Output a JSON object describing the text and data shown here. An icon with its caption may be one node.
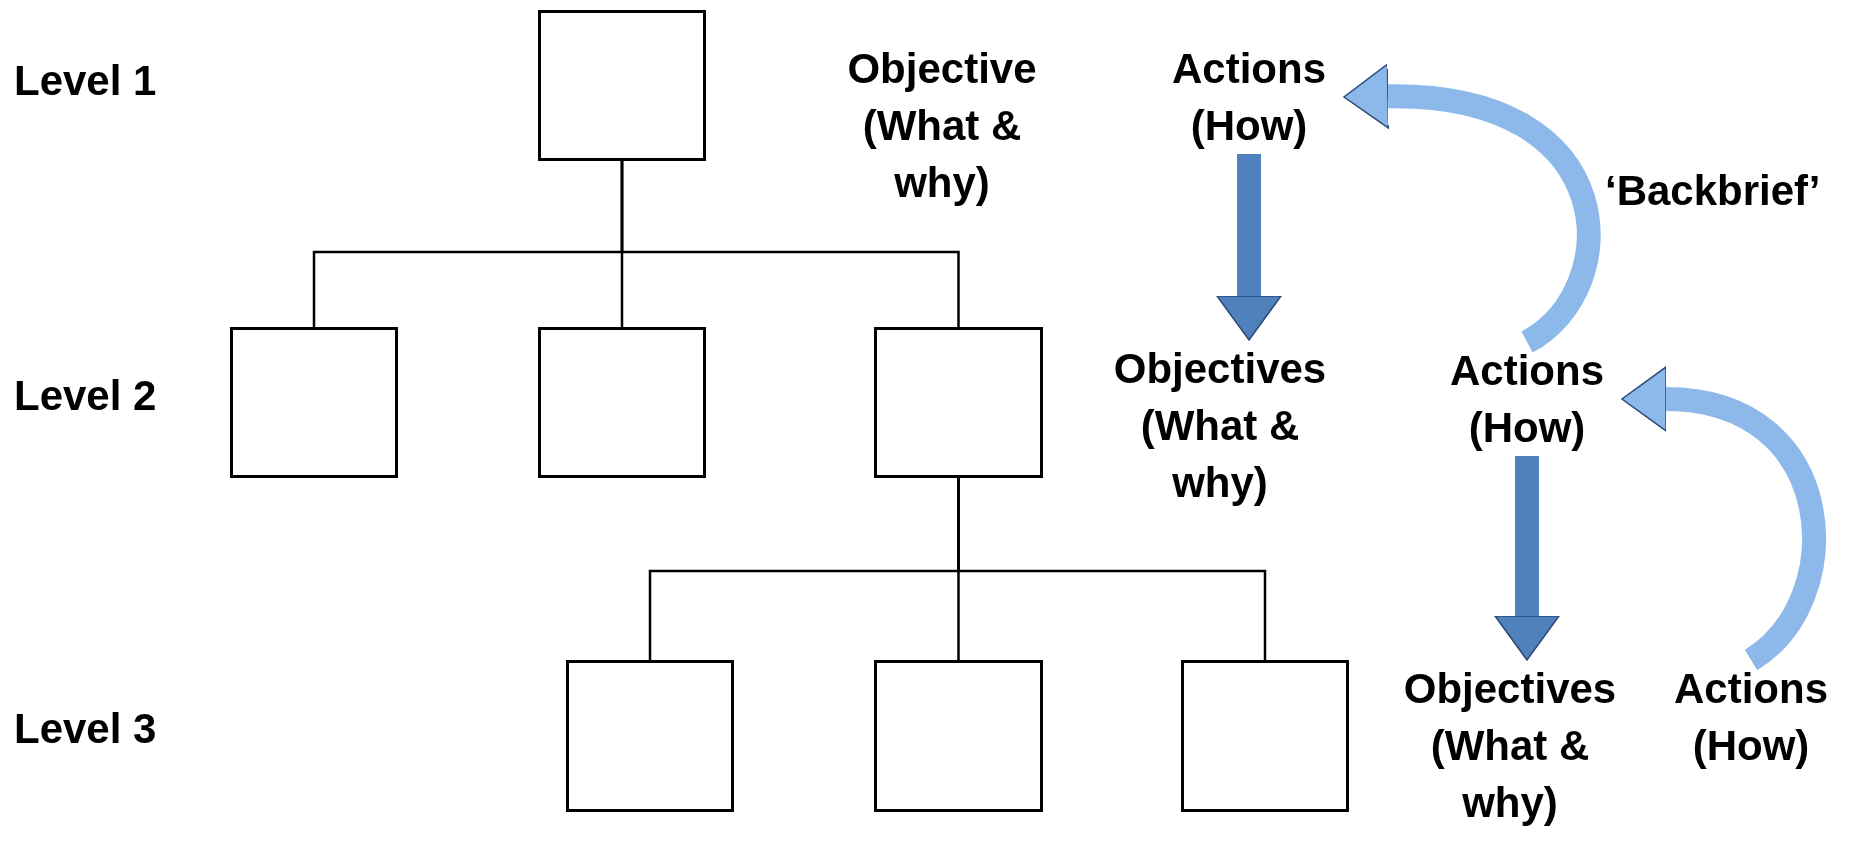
{
  "diagram": {
    "nodes": [
      {
        "text": [],
        "shape": "box"
      },
      {
        "text": [],
        "shape": "box"
      },
      {
        "text": [],
        "shape": "box"
      },
      {
        "text": [],
        "shape": "box"
      },
      {
        "text": [],
        "shape": "box"
      },
      {
        "text": [],
        "shape": "box"
      },
      {
        "text": [],
        "shape": "box"
      },
      {
        "text": [
          "Objective (What & why)"
        ]
      },
      {
        "text": [
          "Actions (How)"
        ]
      },
      {
        "text": [
          "Objectives (What & why)"
        ]
      },
      {
        "text": [
          "Actions (How)"
        ]
      },
      {
        "text": [
          "Objectives (What & why)"
        ]
      },
      {
        "text": [
          "Actions (How)"
        ]
      }
    ],
    "edges": [
      {
        "from": 0,
        "to": 1,
        "arrow": "none"
      },
      {
        "from": 0,
        "to": 2,
        "arrow": "none"
      },
      {
        "from": 0,
        "to": 3,
        "arrow": "none"
      },
      {
        "from": 3,
        "to": 4,
        "arrow": "none"
      },
      {
        "from": 3,
        "to": 5,
        "arrow": "none"
      },
      {
        "from": 3,
        "to": 6,
        "arrow": "none"
      },
      {
        "from": 8,
        "to": 9,
        "arrow": "to",
        "style": "thick",
        "color": "#4f81bd"
      },
      {
        "from": 10,
        "to": 8,
        "arrow": "to",
        "style": "thick",
        "color": "#8db9ea",
        "label": "‘Backbrief’"
      },
      {
        "from": 10,
        "to": 11,
        "arrow": "to",
        "style": "thick",
        "color": "#4f81bd"
      },
      {
        "from": 12,
        "to": 10,
        "arrow": "to",
        "style": "thick",
        "color": "#8db9ea"
      }
    ],
    "labels": [
      "Level 1",
      "Level 2",
      "Level 3"
    ]
  }
}
